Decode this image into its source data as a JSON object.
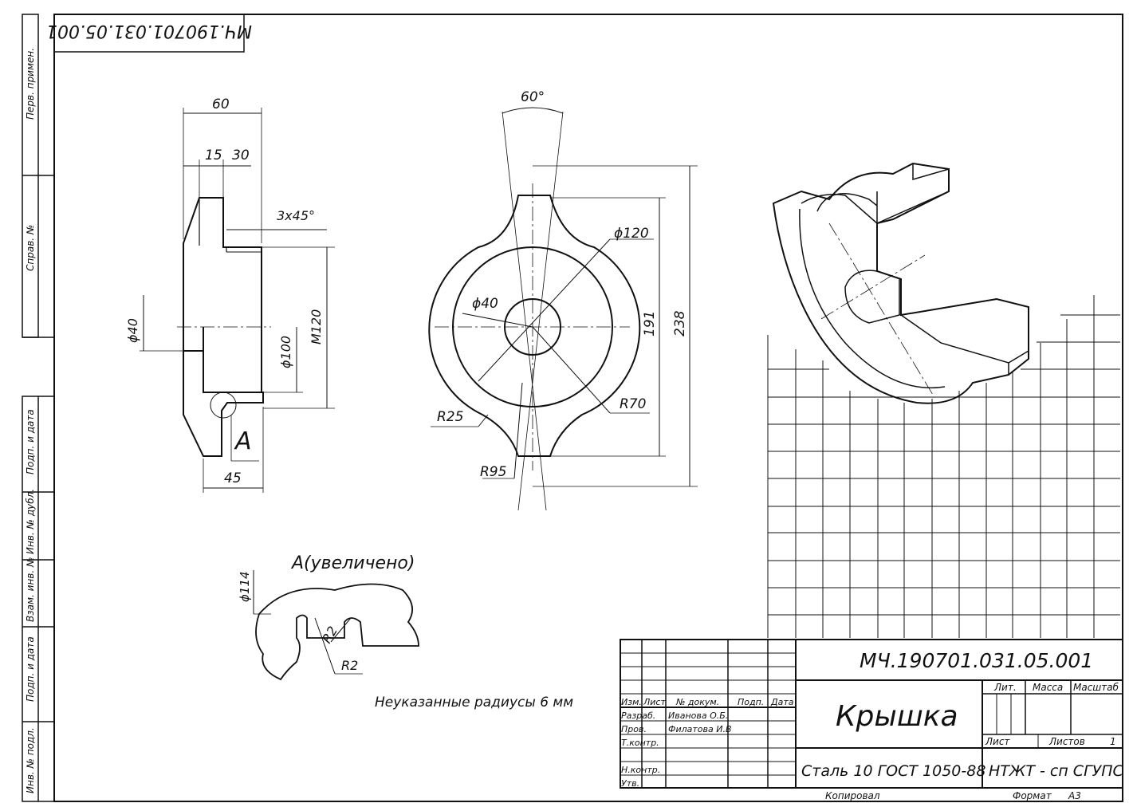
{
  "drawing_code_top": "МЧ.190701.031.05.001",
  "side_labels": {
    "perv_primen": "Перв. примен.",
    "sprav_no": "Справ. №",
    "podp_data_1": "Подп. и дата",
    "inv_dubl": "Инв. № дубл.",
    "vzam_inv": "Взам. инв. №",
    "podp_data_2": "Подп. и дата",
    "inv_podl": "Инв. № подл."
  },
  "section_view": {
    "dim_60": "60",
    "dim_15": "15",
    "dim_30": "30",
    "chamfer": "3x45°",
    "dim_d40": "ϕ40",
    "dim_d100": "ϕ100",
    "dim_m120": "M120",
    "dim_45": "45",
    "detail_mark": "A"
  },
  "front_view": {
    "angle": "60°",
    "dim_d120": "ϕ120",
    "dim_d40": "ϕ40",
    "dim_191": "191",
    "dim_238": "238",
    "r25": "R25",
    "r70": "R70",
    "r95": "R95"
  },
  "detail_view": {
    "title": "A(увеличено)",
    "dim_d114": "ϕ114",
    "r2a": "R2",
    "r2b": "R2"
  },
  "note": "Неуказанные радиусы 6 мм",
  "title_block": {
    "code": "МЧ.190701.031.05.001",
    "part_name": "Крышка",
    "material": "Сталь 10  ГОСТ 1050-88",
    "org": "НТЖТ - сп СГУПС",
    "col_headers": [
      "Изм.",
      "Лист",
      "№ докум.",
      "Подп.",
      "Дата"
    ],
    "rows": [
      {
        "role": "Разраб.",
        "name": "Иванова О.Б."
      },
      {
        "role": "Пров.",
        "name": "Филатова И.В"
      },
      {
        "role": "Т.контр.",
        "name": ""
      },
      {
        "role": "",
        "name": ""
      },
      {
        "role": "Н.контр.",
        "name": ""
      },
      {
        "role": "Утв.",
        "name": ""
      }
    ],
    "lit": "Лит.",
    "massa": "Масса",
    "masshtab": "Масштаб",
    "list": "Лист",
    "listov": "Листов",
    "listov_value": "1",
    "kopiroval": "Копировал",
    "format": "Формат",
    "format_value": "А3"
  }
}
